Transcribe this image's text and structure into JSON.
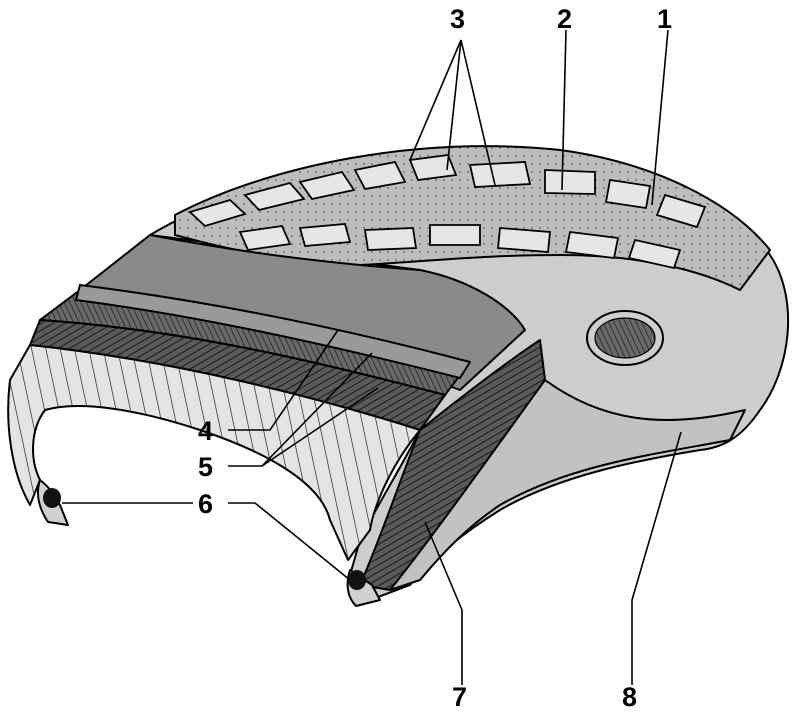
{
  "callouts": [
    {
      "id": "c1",
      "label": "1"
    },
    {
      "id": "c2",
      "label": "2"
    },
    {
      "id": "c3",
      "label": "3"
    },
    {
      "id": "c4",
      "label": "4"
    },
    {
      "id": "c5",
      "label": "5"
    },
    {
      "id": "c6",
      "label": "6"
    },
    {
      "id": "c7",
      "label": "7"
    },
    {
      "id": "c8",
      "label": "8"
    }
  ],
  "colors": {
    "rubber_light": "#cfcfcf",
    "rubber_mid": "#a9a9a9",
    "belt_dark": "#4a4a4a",
    "carcass_dark": "#2a2a2a",
    "inner_liner": "#e2e2e2"
  }
}
